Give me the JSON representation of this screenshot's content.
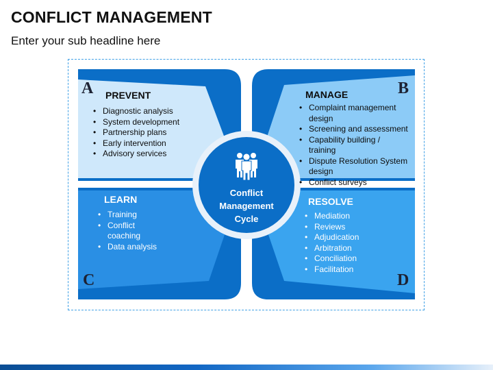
{
  "header": {
    "title": "CONFLICT MANAGEMENT",
    "subtitle": "Enter your sub headline here"
  },
  "center": {
    "label_lines": [
      "Conflict",
      "Management",
      "Cycle"
    ],
    "icon": "team-people-icon"
  },
  "quadrants": {
    "a": {
      "letter": "A",
      "title": "PREVENT",
      "items": [
        "Diagnostic analysis",
        "System development",
        "Partnership plans",
        "Early intervention",
        "Advisory services"
      ]
    },
    "b": {
      "letter": "B",
      "title": "MANAGE",
      "items": [
        "Complaint management design",
        "Screening and assessment",
        "Capability building / training",
        "Dispute Resolution System design",
        "Conflict surveys"
      ]
    },
    "c": {
      "letter": "C",
      "title": "LEARN",
      "items": [
        "Training",
        "Conflict coaching",
        "Data analysis"
      ]
    },
    "d": {
      "letter": "D",
      "title": "RESOLVE",
      "items": [
        "Mediation",
        "Reviews",
        "Adjudication",
        "Arbitration",
        "Conciliation",
        "Facilitation"
      ]
    }
  },
  "colors": {
    "dark_blue": "#0b6ec7",
    "light_panel_a": "#cfe8fb",
    "light_panel_b": "#8ccbf7",
    "panel_c": "#2a8fe4",
    "panel_d": "#3aa4ef",
    "center_circle": "#0b6ec7"
  }
}
